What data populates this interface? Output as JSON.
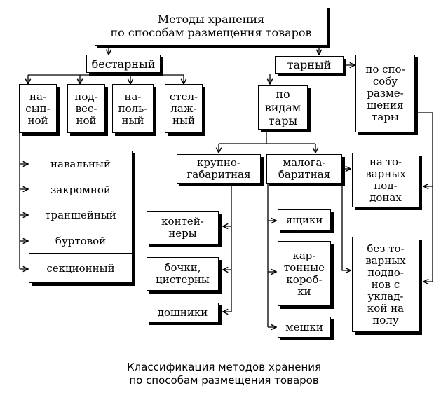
{
  "root": {
    "label": "Методы хранения\nпо способам размещения товаров"
  },
  "bulk": {
    "label": "бестарный",
    "children": [
      {
        "id": "nasypnoy",
        "label": "на-\nсып-\nной"
      },
      {
        "id": "podvesnoy",
        "label": "под-\nвес-\nной"
      },
      {
        "id": "napolny",
        "label": "на-\nполь-\nный"
      },
      {
        "id": "stellazhny",
        "label": "стел-\nлаж-\nный"
      }
    ],
    "bulk_methods": [
      "навальный",
      "закромной",
      "траншейный",
      "буртовой",
      "секционный"
    ]
  },
  "packaged": {
    "label": "тарный",
    "by_container_type": {
      "label": "по\nвидам\nтары"
    },
    "by_placement": {
      "label": "по спо-\nсобу\nразме-\nщения\nтары"
    },
    "large": {
      "label": "крупно-\nгабаритная",
      "items": [
        "контей-\nнеры",
        "бочки,\nцистерны",
        "дошники"
      ]
    },
    "small": {
      "label": "малога-\nбаритная",
      "items": [
        "ящики",
        "кар-\nтонные\nкороб-\nки",
        "мешки"
      ]
    },
    "placement_options": [
      "на то-\nварных\nпод-\nдонах",
      "без то-\nварных\nподдо-\nнов с\nуклад-\nкой на\nполу"
    ]
  },
  "caption": "Классификация методов хранения\nпо способам размещения товаров"
}
